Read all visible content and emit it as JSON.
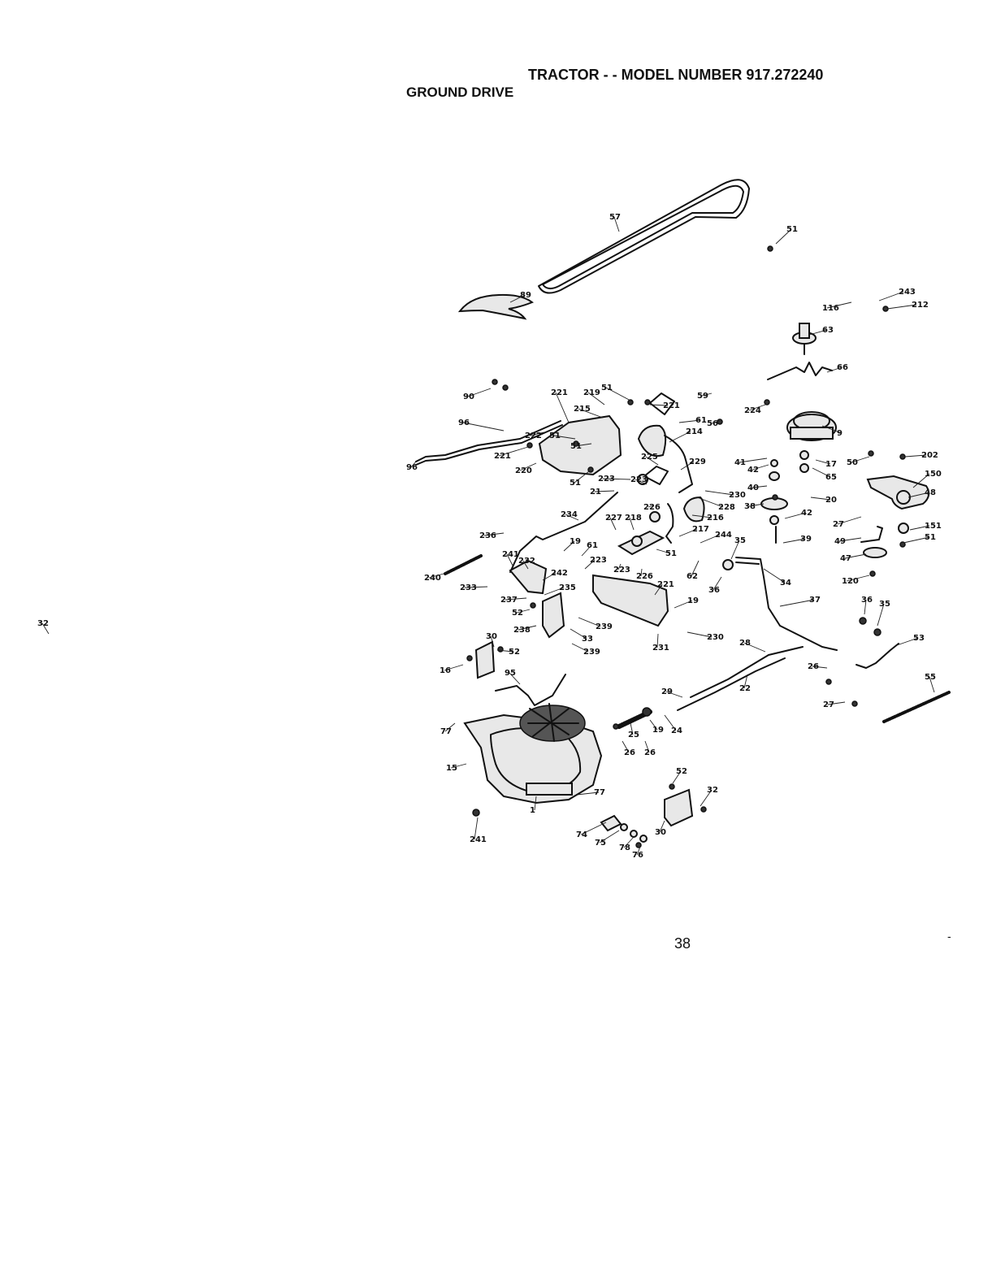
{
  "header": {
    "title": "TRACTOR - - MODEL NUMBER 917.272240",
    "section": "GROUND DRIVE"
  },
  "footer": {
    "page_number": "38",
    "mark": "-"
  },
  "callouts": [
    "57",
    "51",
    "89",
    "243",
    "116",
    "212",
    "63",
    "66",
    "90",
    "221",
    "219",
    "51",
    "221",
    "59",
    "215",
    "61",
    "56",
    "224",
    "214",
    "96",
    "222",
    "51",
    "9",
    "221",
    "51",
    "225",
    "229",
    "41",
    "17",
    "50",
    "202",
    "96",
    "220",
    "51",
    "223",
    "42",
    "65",
    "150",
    "230",
    "40",
    "21",
    "223",
    "226",
    "228",
    "20",
    "48",
    "38",
    "42",
    "234",
    "227",
    "218",
    "216",
    "236",
    "19",
    "217",
    "244",
    "27",
    "151",
    "61",
    "35",
    "39",
    "49",
    "51",
    "241",
    "232",
    "223",
    "51",
    "47",
    "223",
    "242",
    "226",
    "62",
    "240",
    "233",
    "235",
    "221",
    "36",
    "34",
    "120",
    "237",
    "19",
    "37",
    "36",
    "35",
    "52",
    "32",
    "238",
    "239",
    "33",
    "230",
    "30",
    "53",
    "52",
    "239",
    "231",
    "28",
    "16",
    "26",
    "95",
    "22",
    "55",
    "29",
    "27",
    "77",
    "25",
    "19",
    "24",
    "26",
    "26",
    "15",
    "52",
    "32",
    "77",
    "1",
    "30",
    "74",
    "75",
    "78",
    "76",
    "241"
  ]
}
